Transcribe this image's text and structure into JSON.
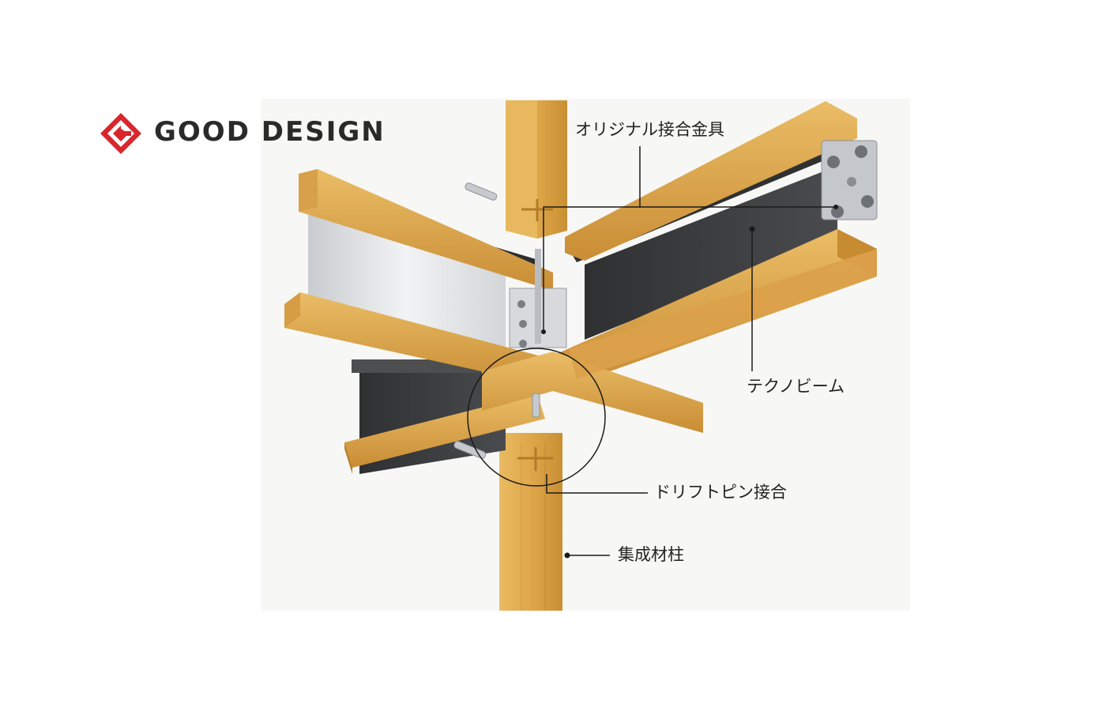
{
  "logo": {
    "text": "GOOD DESIGN",
    "mark_icon": "good-design-g-mark",
    "brand_color": "#d9262c"
  },
  "labels": {
    "metal_fitting": "オリジナル接合金具",
    "techno_beam": "テクノビーム",
    "drift_pin_joint": "ドリフトピン接合",
    "glulam_column": "集成材柱"
  },
  "colors": {
    "wood": "#e2ad4e",
    "wood_dark": "#b47d2a",
    "steel_light": "#dfe1e3",
    "steel_dark": "#3a3b3d",
    "leader_line": "#1a1a1a"
  }
}
